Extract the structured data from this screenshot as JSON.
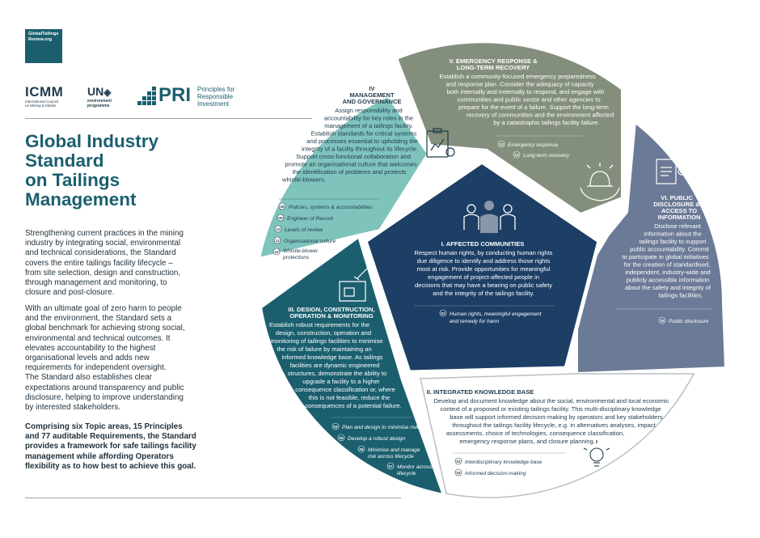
{
  "logos": {
    "gtr": [
      "GlobalTailings",
      "Review.org"
    ],
    "icmm": {
      "name": "ICMM",
      "sub": [
        "International Council",
        "on Mining & Metals"
      ]
    },
    "unep": {
      "name": "UN",
      "sub": [
        "environment",
        "programme"
      ]
    },
    "pri": {
      "name": "PRI",
      "sub": [
        "Principles for",
        "Responsible",
        "Investment"
      ]
    }
  },
  "title": [
    "Global Industry",
    "Standard",
    "on Tailings",
    "Management"
  ],
  "paragraphs": [
    [
      "Strengthening current practices in the mining",
      "industry by integrating social, environmental",
      "and technical considerations, the Standard",
      "covers the entire tailings facility lifecycle –",
      "from site selection, design and construction,",
      "through management and monitoring, to",
      "closure and post-closure."
    ],
    [
      "With an ultimate goal of zero harm to people",
      "and the environment, the Standard sets a",
      "global benchmark for achieving strong social,",
      "environmental and technical outcomes. It",
      "elevates accountability to the highest",
      "organisational levels and adds new",
      "requirements for independent oversight.",
      "The Standard also establishes clear",
      "expectations around transparency and public",
      "disclosure, helping to improve understanding",
      "by interested stakeholders."
    ],
    [
      "Comprising six Topic areas, 15 Principles",
      "and 77 auditable Requirements, the Standard",
      "provides a framework for safe tailings facility",
      "management while affording Operators",
      "flexibility as to how best to achieve this goal."
    ]
  ],
  "colors": {
    "teal_dark": "#1b5f6e",
    "teal_mid": "#2f7f86",
    "teal_light": "#7fc3bd",
    "navy": "#1d3f66",
    "olive": "#838f7c",
    "slate": "#6b7a96",
    "white": "#ffffff"
  },
  "topics": {
    "t1": {
      "title": [
        "I. AFFECTED COMMUNITIES"
      ],
      "body": [
        "Respect human rights, by conducting human rights",
        "due diligence to identify and address those rights",
        "most at risk. Provide opportunities for meaningful",
        "engagement of project-affected people in",
        "decisions that may have a bearing on public safety",
        "and the integrity of the tailings facility."
      ],
      "principles": [
        {
          "num": "01",
          "label": [
            "Human rights, meaningful engagement",
            "and remedy for harm"
          ]
        }
      ]
    },
    "t2": {
      "title": [
        "II. INTEGRATED KNOWLEDGE BASE"
      ],
      "body": [
        "Develop and document knowledge about the social, environmental and local economic",
        "context of a proposed or existing tailings facility. This multi-disciplinary knowledge",
        "base will support informed decision-making by operators and key stakeholders",
        "throughout the tailings facility lifecycle, e.g. in alternatives analyses, impact",
        "assessments, choice of technologies, consequence classification,",
        "emergency response plans, and closure planning."
      ],
      "principles": [
        {
          "num": "02",
          "label": [
            "Interdisciplinary knowledge base"
          ]
        },
        {
          "num": "03",
          "label": [
            "Informed decision-making"
          ]
        }
      ]
    },
    "t3": {
      "title": [
        "III. DESIGN, CONSTRUCTION,",
        "OPERATION & MONITORING"
      ],
      "body": [
        "Establish robust requirements for the",
        "design, construction, operation and",
        "monitoring of tailings facilities to minimise",
        "the risk of failure by maintaining an",
        "informed knowledge base. As tailings",
        "facilities are dynamic engineered",
        "structures, demonstrate the ability to",
        "upgrade a facility to a higher",
        "consequence classification or, where",
        "this is not feasible, reduce the",
        "consequences of a potential failure."
      ],
      "principles": [
        {
          "num": "04",
          "label": [
            "Plan and design to minimise risk"
          ]
        },
        {
          "num": "05",
          "label": [
            "Develop a robust design"
          ]
        },
        {
          "num": "06",
          "label": [
            "Minimise and manage",
            "risk across lifecycle"
          ]
        },
        {
          "num": "07",
          "label": [
            "Monitor across",
            "lifecycle"
          ]
        }
      ]
    },
    "t4": {
      "title": [
        "IV",
        "MANAGEMENT",
        "AND GOVERNANCE"
      ],
      "body": [
        "Assign responsibility and",
        "accountability for key roles in the",
        "management of a tailings facility.",
        "Establish standards for critical systems",
        "and processes essential to upholding the",
        "integrity of a facility throughout  its lifecycle.",
        "Support cross-functional collaboration and",
        "promote an organisational culture that welcomes",
        "the identification of problems and protects",
        "whistle-blowers."
      ],
      "principles": [
        {
          "num": "08",
          "label": [
            "Policies, systems & accountabilities"
          ]
        },
        {
          "num": "09",
          "label": [
            "Engineer of Record"
          ]
        },
        {
          "num": "10",
          "label": [
            "Levels of review"
          ]
        },
        {
          "num": "11",
          "label": [
            "Organisational culture"
          ]
        },
        {
          "num": "12",
          "label": [
            "Whistle-blower",
            "protections"
          ]
        }
      ]
    },
    "t5": {
      "title": [
        "V. EMERGENCY RESPONSE &",
        "LONG-TERM RECOVERY"
      ],
      "body": [
        "Establish a community-focused emergency preparedness",
        "and response plan. Consider the adequacy of capacity",
        "both internally and externally to respond, and engage with",
        "communities and public sector and other agencies to",
        "prepare for the event of a failure. Support the long-term",
        "recovery of communities and the environment affected",
        "by a catastrophic tailings facility failure."
      ],
      "principles": [
        {
          "num": "13",
          "label": [
            "Emergency response"
          ]
        },
        {
          "num": "14",
          "label": [
            "Long-term recovery"
          ]
        }
      ]
    },
    "t6": {
      "title": [
        "VI. PUBLIC",
        "DISCLOSURE &",
        "ACCESS TO",
        "INFORMATION"
      ],
      "body": [
        "Disclose relevant",
        "information about the",
        "tailings facility to support",
        "public accountability. Commit",
        "to participate in global initiatives",
        "for the creation of standardised,",
        "independent, industry-wide and",
        "publicly accessible information",
        "about the safety and integrity of",
        "tailings facilities."
      ],
      "principles": [
        {
          "num": "15",
          "label": [
            "Public disclosure"
          ]
        }
      ]
    }
  },
  "icons": [
    "people-group-icon",
    "lightbulb-icon",
    "blueprint-icon",
    "clipboard-gear-icon",
    "alarm-bell-hands-icon",
    "document-eye-icon"
  ]
}
